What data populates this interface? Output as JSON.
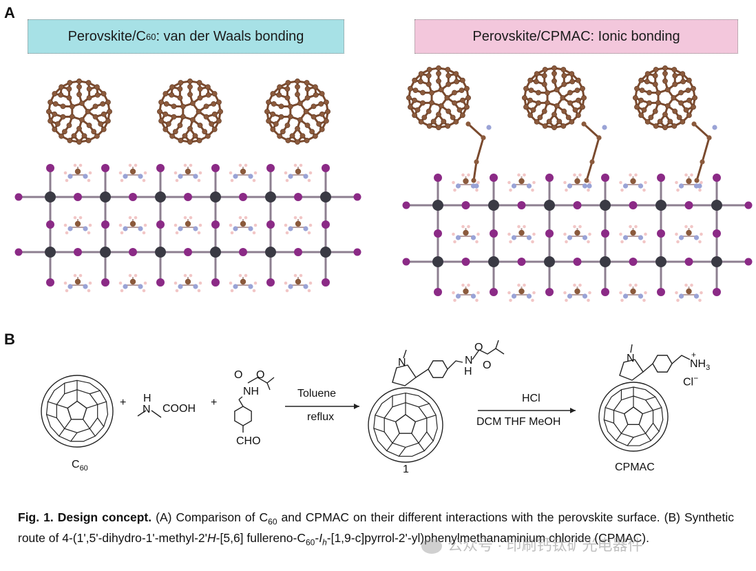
{
  "panel_a": {
    "letter": "A",
    "left_banner": {
      "prefix": "Perovskite/C",
      "sub": "60",
      "suffix": ": van der Waals bonding"
    },
    "right_banner": "Perovskite/CPMAC: Ionic bonding"
  },
  "panel_b": {
    "letter": "B",
    "c60_label": "C",
    "c60_sub": "60",
    "plus": "+",
    "nh": "H",
    "n": "N",
    "cooh": "COOH",
    "boc_o1": "O",
    "boc_o2": "O",
    "boc_nh": "NH",
    "cho": "CHO",
    "arrow1_top": "Toluene",
    "arrow1_bottom": "reflux",
    "product1_label": "1",
    "product1_h": "H",
    "product1_n": "N",
    "product1_o1": "O",
    "product1_o2": "O",
    "product1_pyr_n": "N",
    "arrow2_top": "HCl",
    "arrow2_bottom": "DCM  THF  MeOH",
    "cpmac_nh3": "NH",
    "cpmac_sub3": "3",
    "cpmac_plus": "+",
    "cpmac_cl": "Cl",
    "cpmac_minus": "−",
    "cpmac_pyr_n": "N",
    "cpmac_label": "CPMAC"
  },
  "caption": {
    "lead": "Fig. 1. Design concept.",
    "text1": " (A) Comparison of C",
    "sub1": "60",
    "text2": " and CPMAC on their different interactions with the perovskite surface. (B) Synthetic route of 4-(1',5'-dihydro-1'-methyl-2'",
    "h_ital": "H",
    "text3": "-[5,6] fullereno-C",
    "sub2": "60",
    "text4": "-",
    "ih": "I",
    "ih_sub": "h",
    "text5": "-[1,9-c]pyrrol-2'-yl)phenylmethanaminium chloride (CPMAC)."
  },
  "watermark": "公众号 · 印刷钙钛矿光电器件",
  "colors": {
    "carbon": "#8b5a3c",
    "iodine": "#8b2a86",
    "lead": "#3a3a44",
    "nitrogen": "#9aa3d6",
    "hydrogen": "#f2c6c6",
    "banner_left": "#a7e1e6",
    "banner_right": "#f3c7dc"
  }
}
